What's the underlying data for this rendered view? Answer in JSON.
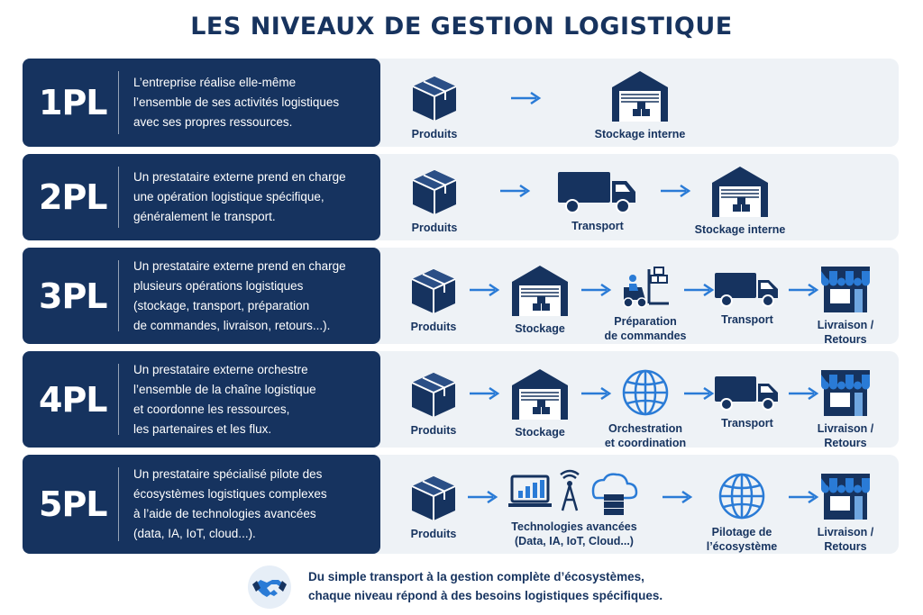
{
  "title": "LES NIVEAUX DE GESTION LOGISTIQUE",
  "levels": [
    {
      "level": "1PL",
      "description": "L’entreprise réalise elle-même\nl’ensemble de ses activités logistiques\navec ses propres ressources.",
      "steps": [
        {
          "icon": "box-icon",
          "label": "Produits"
        },
        {
          "icon": "warehouse-icon",
          "label": "Stockage interne"
        }
      ]
    },
    {
      "level": "2PL",
      "description": "Un prestataire externe prend en charge\nune opération logistique spécifique,\ngénéralement le transport.",
      "steps": [
        {
          "icon": "box-icon",
          "label": "Produits"
        },
        {
          "icon": "truck-icon",
          "label": "Transport"
        },
        {
          "icon": "warehouse-icon",
          "label": "Stockage interne"
        }
      ]
    },
    {
      "level": "3PL",
      "description": "Un prestataire externe prend en charge\nplusieurs opérations logistiques\n(stockage, transport, préparation\nde commandes, livraison, retours...).",
      "steps": [
        {
          "icon": "box-icon",
          "label": "Produits"
        },
        {
          "icon": "warehouse-icon",
          "label": "Stockage"
        },
        {
          "icon": "forklift-icon",
          "label": "Préparation\nde commandes"
        },
        {
          "icon": "truck-icon",
          "label": "Transport"
        },
        {
          "icon": "store-icon",
          "label": "Livraison /\nRetours"
        }
      ]
    },
    {
      "level": "4PL",
      "description": "Un prestataire externe orchestre\nl’ensemble de la chaîne logistique\net coordonne les ressources,\nles partenaires et les flux.",
      "steps": [
        {
          "icon": "box-icon",
          "label": "Produits"
        },
        {
          "icon": "warehouse-icon",
          "label": "Stockage"
        },
        {
          "icon": "globe-icon",
          "label": "Orchestration\net coordination"
        },
        {
          "icon": "truck-icon",
          "label": "Transport"
        },
        {
          "icon": "store-icon",
          "label": "Livraison /\nRetours"
        }
      ]
    },
    {
      "level": "5PL",
      "description": "Un prestataire spécialisé pilote des\nécosystèmes logistiques complexes\nà l’aide de technologies avancées\n(data, IA, IoT, cloud...).",
      "steps": [
        {
          "icon": "box-icon",
          "label": "Produits"
        },
        {
          "icon": "tech-icon",
          "label": "Technologies avancées\n(Data, IA, IoT, Cloud...)"
        },
        {
          "icon": "globe-icon",
          "label": "Pilotage de\nl’écosystème"
        },
        {
          "icon": "store-icon",
          "label": "Livraison /\nRetours"
        }
      ]
    }
  ],
  "footer": {
    "icon": "handshake-icon",
    "line1": "Du simple transport à la gestion complète d’écosystèmes,",
    "line2": "chaque niveau répond à des besoins logistiques spécifiques."
  },
  "colors": {
    "navy": "#16335f",
    "arrow": "#2a7bd6",
    "panel": "#eef2f6"
  }
}
